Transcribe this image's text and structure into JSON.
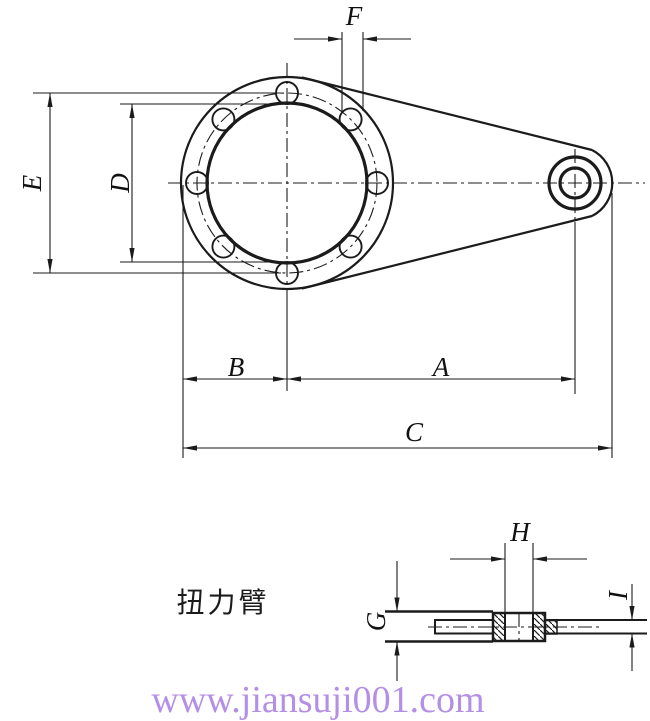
{
  "drawing": {
    "part_label": "扭力臂",
    "watermark": "www.jiansuji001.com",
    "dims": {
      "A": "A",
      "B": "B",
      "C": "C",
      "D": "D",
      "E": "E",
      "F": "F",
      "G": "G",
      "H": "H",
      "I": "I"
    },
    "colors": {
      "line": "#1b1b1b",
      "watermark": "#b48fe6",
      "background": "#ffffff"
    }
  }
}
